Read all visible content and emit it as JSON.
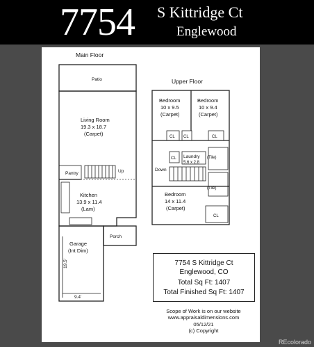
{
  "header": {
    "number": "7754",
    "street": "S Kittridge Ct",
    "city": "Englewood"
  },
  "floorplan": {
    "main_floor_label": "Main Floor",
    "upper_floor_label": "Upper Floor",
    "rooms": {
      "patio": "Patio",
      "living_name": "Living Room",
      "living_dims": "19.3 x 18.7",
      "living_floor": "(Carpet)",
      "pantry": "Pantry",
      "up": "Up",
      "kitchen_name": "Kitchen",
      "kitchen_dims": "13.9 x 11.4",
      "kitchen_floor": "(Lam)",
      "garage_name": "Garage",
      "garage_sub": "(Int Dim)",
      "garage_depth": "19.5'",
      "garage_width": "9.4'",
      "porch": "Porch",
      "bed1_name": "Bedroom",
      "bed1_dims": "10 x 9.5",
      "bed1_floor": "(Carpet)",
      "bed2_name": "Bedroom",
      "bed2_dims": "10 x 9.4",
      "bed2_floor": "(Carpet)",
      "cl": "CL",
      "laundry_name": "Laundry",
      "laundry_dims": "5.6 x 2.8",
      "tile": "(Tile)",
      "down": "Down",
      "bed3_name": "Bedroom",
      "bed3_dims": "14 x 11.4",
      "bed3_floor": "(Carpet)"
    }
  },
  "info": {
    "address": "7754 S Kittridge Ct",
    "city": "Englewood, CO",
    "total_sqft": "Total Sq Ft: 1407",
    "total_finished": "Total Finished Sq Ft: 1407"
  },
  "scope": {
    "line1": "Scope of Work is on our website",
    "line2": "www.appraisaldimensions.com",
    "date": "05/12/21",
    "copyright": "(c) Copyright"
  },
  "watermark": "REcolorado"
}
